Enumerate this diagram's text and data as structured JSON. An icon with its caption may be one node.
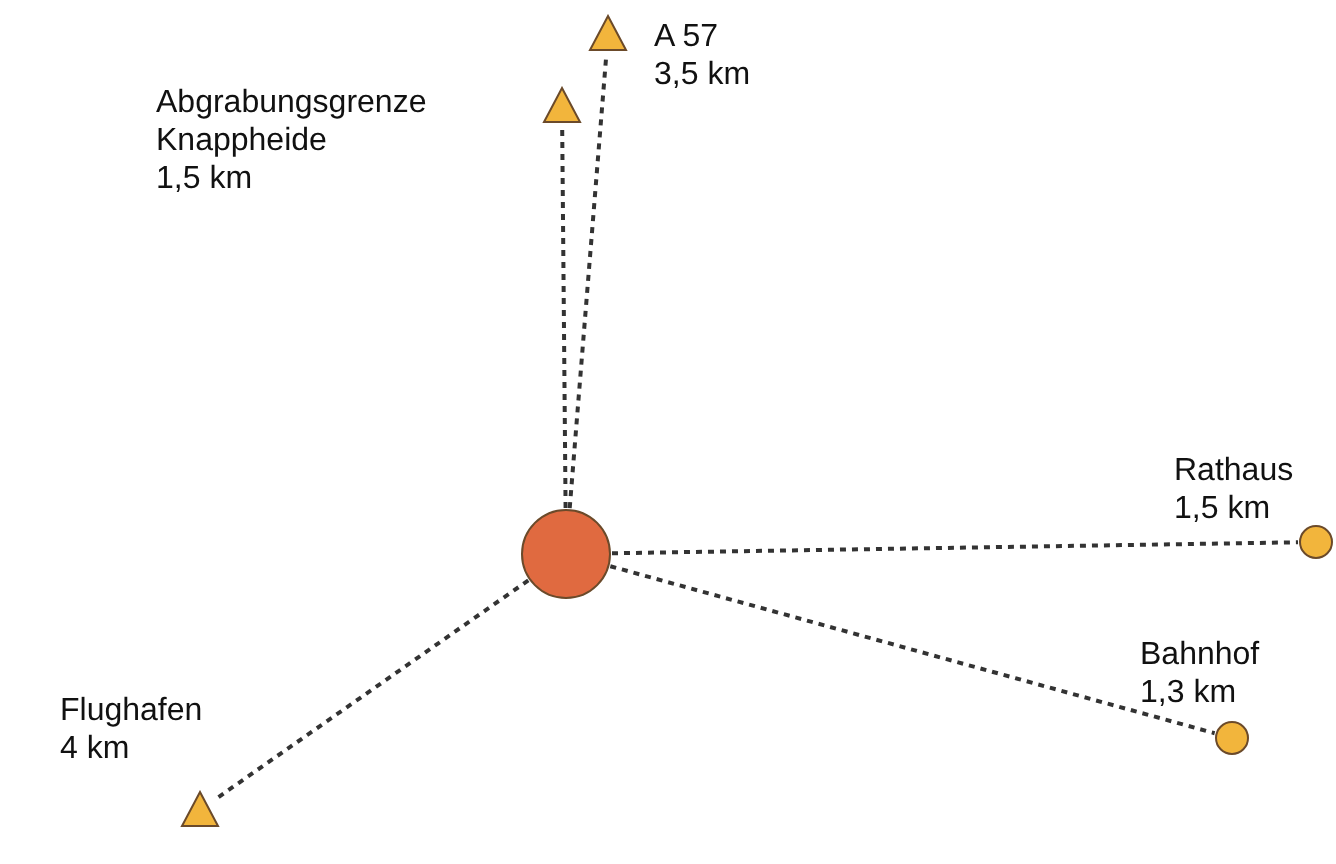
{
  "diagram": {
    "nodes": [
      {
        "text": [],
        "shape": "circle"
      },
      {
        "text": [],
        "shape": "triangle",
        "beside": [
          "A 57",
          "3,5 km"
        ]
      },
      {
        "text": [],
        "shape": "triangle",
        "beside": [
          "Abgrabungsgrenze Knappheide",
          "1,5 km"
        ]
      },
      {
        "text": [],
        "shape": "circle",
        "beside": [
          "Rathaus",
          "1,5 km"
        ]
      },
      {
        "text": [],
        "shape": "circle",
        "beside": [
          "Bahnhof",
          "1,3 km"
        ]
      },
      {
        "text": [],
        "shape": "triangle",
        "beside": [
          "Flughafen",
          "4 km"
        ]
      }
    ],
    "edges": [
      {
        "from": 0,
        "to": 1,
        "arrow": "none",
        "style": "dashed"
      },
      {
        "from": 0,
        "to": 2,
        "arrow": "none",
        "style": "dashed"
      },
      {
        "from": 0,
        "to": 3,
        "arrow": "none",
        "style": "dashed"
      },
      {
        "from": 0,
        "to": 4,
        "arrow": "none",
        "style": "dashed"
      },
      {
        "from": 0,
        "to": 5,
        "arrow": "none",
        "style": "dashed"
      }
    ]
  }
}
